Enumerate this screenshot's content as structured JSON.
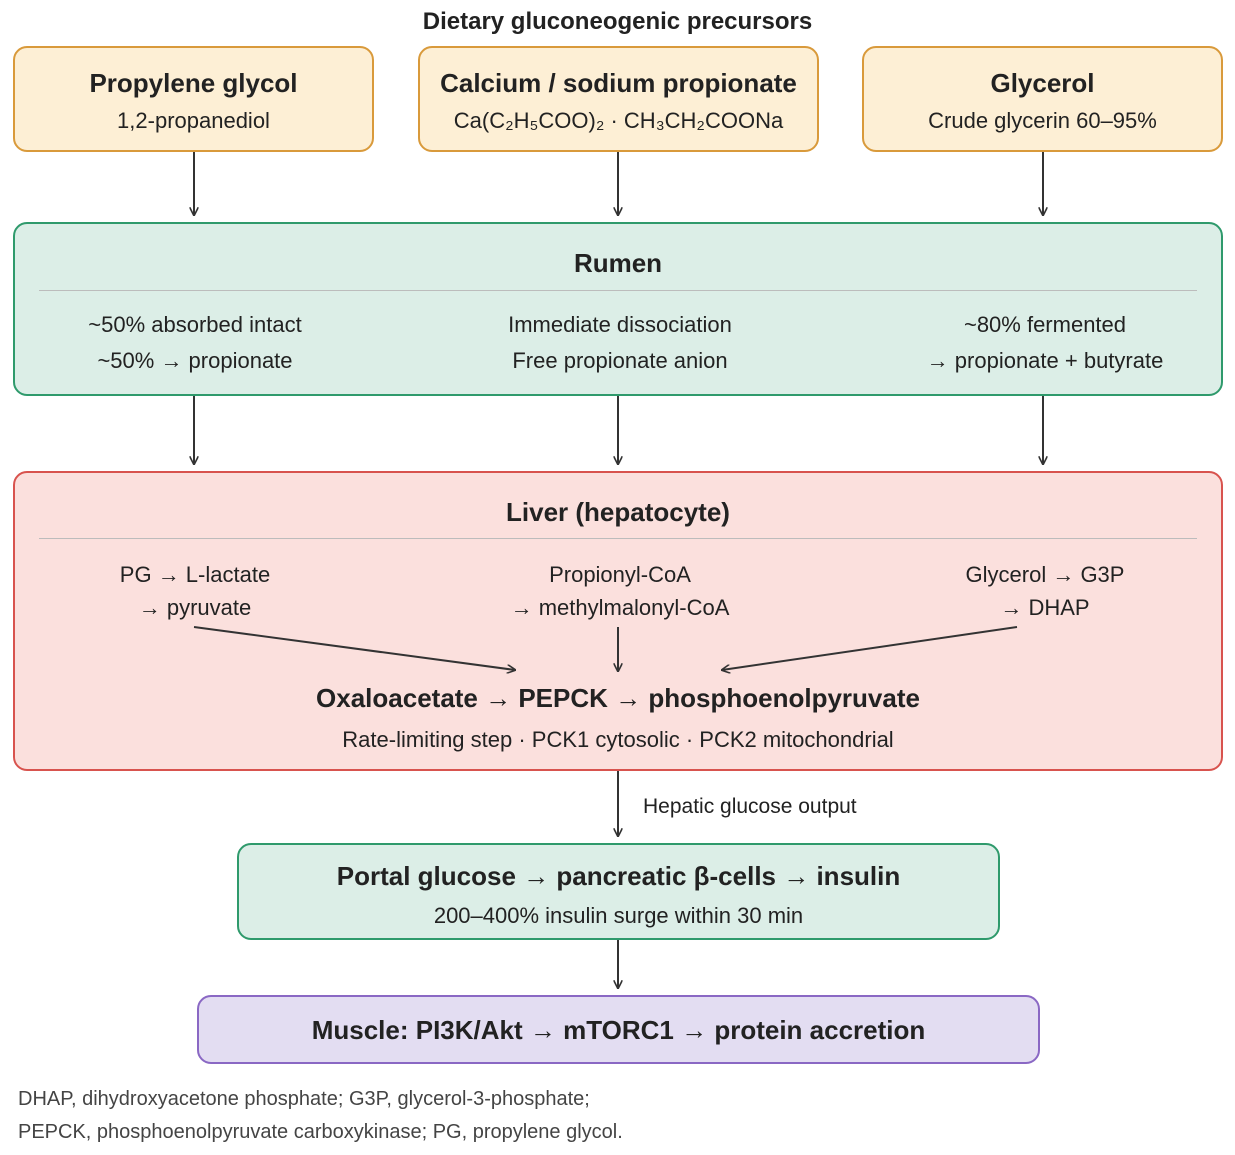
{
  "title": "Dietary gluconeogenic precursors",
  "precursors": [
    {
      "name": "Propylene glycol",
      "detail": "1,2-propanediol"
    },
    {
      "name": "Calcium / sodium propionate",
      "detail": "Ca(C₂H₅COO)₂ · CH₃CH₂COONa"
    },
    {
      "name": "Glycerol",
      "detail": "Crude glycerin 60–95%"
    }
  ],
  "rumen": {
    "title": "Rumen",
    "cols": [
      {
        "line1": "~50% absorbed intact",
        "line2": "~50% → propionate"
      },
      {
        "line1": "Immediate dissociation",
        "line2": "Free propionate anion"
      },
      {
        "line1": "~80% fermented",
        "line2": "→ propionate + butyrate"
      }
    ]
  },
  "liver": {
    "title": "Liver (hepatocyte)",
    "cols": [
      {
        "line1": "PG → L-lactate",
        "line2": "→ pyruvate"
      },
      {
        "line1": "Propionyl-CoA",
        "line2": "→ methylmalonyl-CoA"
      },
      {
        "line1": "Glycerol → G3P",
        "line2": "→ DHAP"
      }
    ],
    "main": "Oxaloacetate → PEPCK → phosphoenolpyruvate",
    "sub": "Rate-limiting step · PCK1 cytosolic · PCK2 mitochondrial"
  },
  "hepatic_label": "Hepatic glucose output",
  "portal": {
    "title": "Portal glucose → pancreatic β-cells → insulin",
    "sub": "200–400% insulin surge within 30 min"
  },
  "muscle": {
    "title": "Muscle: PI3K/Akt → mTORC1 → protein accretion"
  },
  "footnotes": {
    "line1": "DHAP, dihydroxyacetone phosphate; G3P, glycerol-3-phosphate;",
    "line2": "PEPCK, phosphoenolpyruvate carboxykinase; PG, propylene glycol."
  },
  "colors": {
    "orange_fill": "#fdefd5",
    "orange_border": "#d99a3b",
    "green_fill": "#dceee7",
    "green_border": "#2f9a6c",
    "red_fill": "#fbe0dd",
    "red_border": "#d8534e",
    "purple_fill": "#e3ddf2",
    "purple_border": "#8a68c4",
    "arrow": "#333333"
  }
}
